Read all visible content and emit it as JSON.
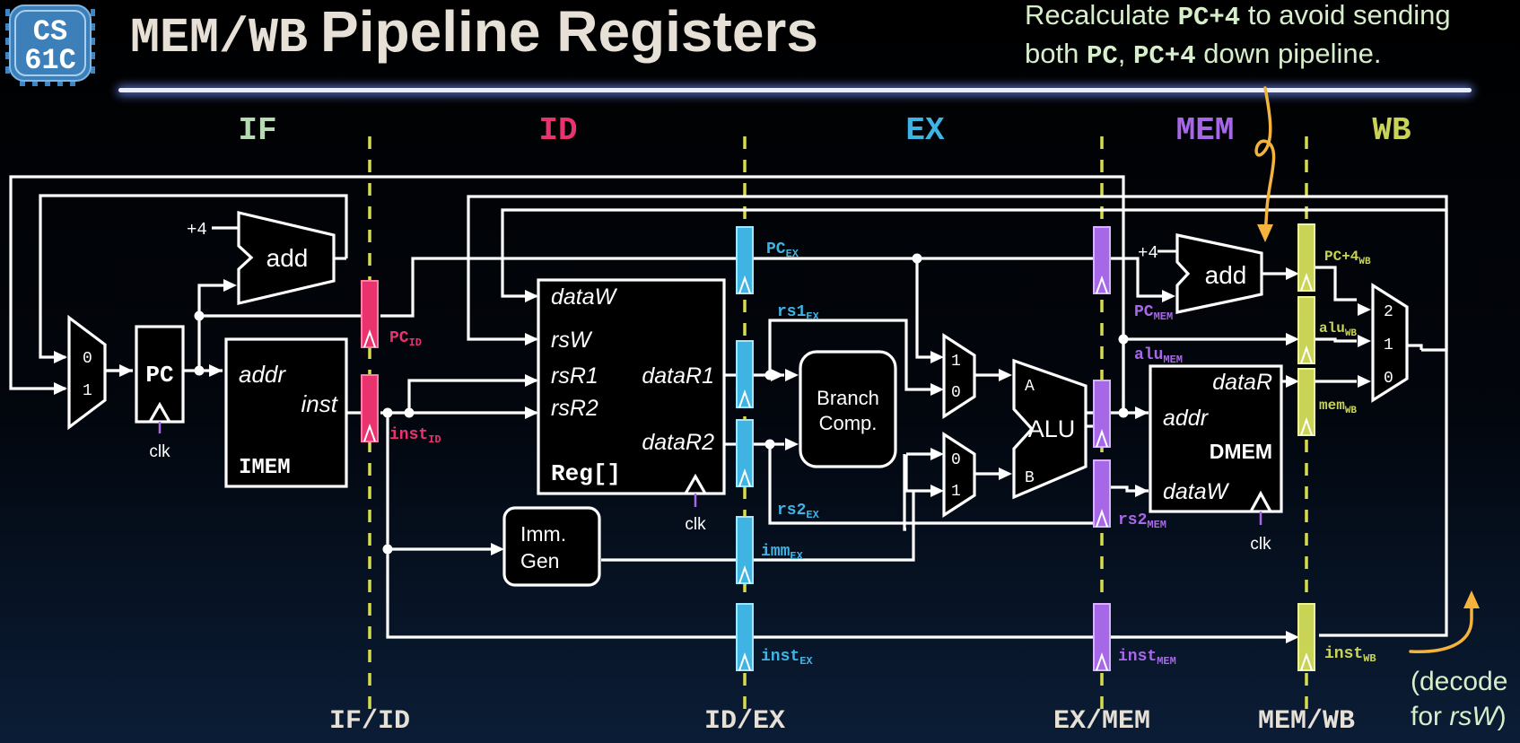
{
  "logo": {
    "line1": "CS",
    "line2": "61C"
  },
  "title": {
    "part1": "MEM/WB",
    "part2": "Pipeline Registers"
  },
  "note": {
    "line1": {
      "pre": "Recalculate ",
      "code": "PC+4",
      "post": " to avoid sending"
    },
    "line2": {
      "pre": "both ",
      "code1": "PC",
      "mid": ", ",
      "code2": "PC+4",
      "post": " down pipeline."
    }
  },
  "stages": {
    "if": "IF",
    "id": "ID",
    "ex": "EX",
    "mem": "MEM",
    "wb": "WB"
  },
  "colors": {
    "if": "#b7d9b3",
    "id": "#e8336f",
    "ex": "#3fb4e3",
    "mem": "#a768e8",
    "wb": "#c9d457",
    "title_grey": "#e6e0d6",
    "note": "#d7eecb",
    "annotation": "#f3b33d",
    "wire": "#ffffff"
  },
  "pipeline_registers": {
    "if_id": "IF/ID",
    "id_ex": "ID/EX",
    "ex_mem": "EX/MEM",
    "mem_wb": "MEM/WB"
  },
  "blocks": {
    "pc": "PC",
    "clk": "clk",
    "plus4": "+4",
    "add": "add",
    "imem": {
      "addr": "addr",
      "inst": "inst",
      "name": "IMEM"
    },
    "regfile": {
      "dataW": "dataW",
      "rsW": "rsW",
      "rsR1": "rsR1",
      "rsR2": "rsR2",
      "dataR1": "dataR1",
      "dataR2": "dataR2",
      "name": "Reg[]"
    },
    "immgen": {
      "line1": "Imm.",
      "line2": "Gen"
    },
    "branch": {
      "line1": "Branch",
      "line2": "Comp."
    },
    "alu": {
      "name": "ALU",
      "a": "A",
      "b": "B"
    },
    "dmem": {
      "dataR": "dataR",
      "addr": "addr",
      "name": "DMEM",
      "dataW": "dataW"
    },
    "mux_pc": [
      "0",
      "1"
    ],
    "mux_a": [
      "1",
      "0"
    ],
    "mux_b": [
      "0",
      "1"
    ],
    "mux_wb": [
      "2",
      "1",
      "0"
    ]
  },
  "signals": {
    "pc_id": {
      "base": "PC",
      "sub": "ID"
    },
    "inst_id": {
      "base": "inst",
      "sub": "ID"
    },
    "pc_ex": {
      "base": "PC",
      "sub": "EX"
    },
    "rs1_ex": {
      "base": "rs1",
      "sub": "EX"
    },
    "rs2_ex": {
      "base": "rs2",
      "sub": "EX"
    },
    "imm_ex": {
      "base": "imm",
      "sub": "EX"
    },
    "inst_ex": {
      "base": "inst",
      "sub": "EX"
    },
    "pc_mem": {
      "base": "PC",
      "sub": "MEM"
    },
    "alu_mem": {
      "base": "alu",
      "sub": "MEM"
    },
    "rs2_mem": {
      "base": "rs2",
      "sub": "MEM"
    },
    "inst_mem": {
      "base": "inst",
      "sub": "MEM"
    },
    "pc4_wb": {
      "base": "PC+4",
      "sub": "WB"
    },
    "alu_wb": {
      "base": "alu",
      "sub": "WB"
    },
    "mem_wb": {
      "base": "mem",
      "sub": "WB"
    },
    "inst_wb": {
      "base": "inst",
      "sub": "WB"
    }
  },
  "decode_note": {
    "line1": "(decode",
    "line2_pre": "for ",
    "line2_italic": "rsW",
    "line2_post": ")"
  }
}
